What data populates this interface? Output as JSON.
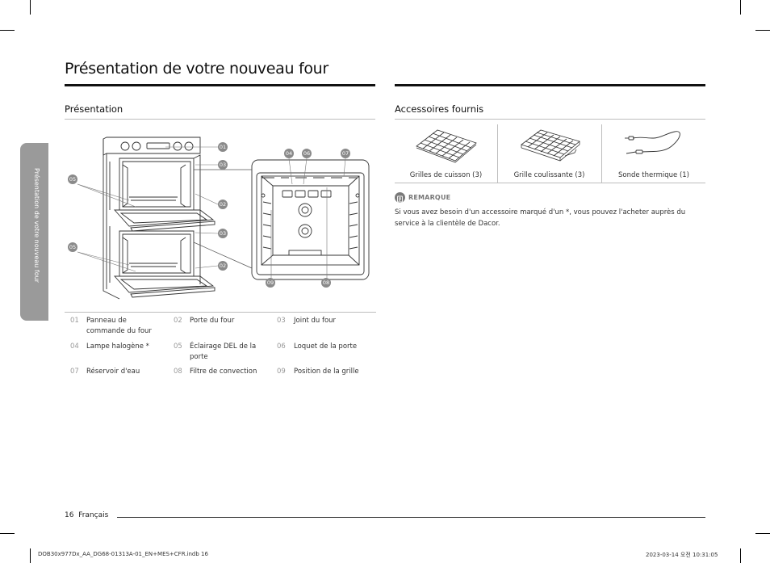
{
  "page": {
    "title": "Présentation de votre nouveau four",
    "side_tab": "Présentation de votre nouveau four",
    "page_number": "16",
    "language": "Français"
  },
  "presentation": {
    "heading": "Présentation",
    "callouts": {
      "c01": "01",
      "c02a": "02",
      "c02b": "02",
      "c03a": "03",
      "c03b": "03",
      "c04": "04",
      "c05a": "05",
      "c05b": "05",
      "c06": "06",
      "c07": "07",
      "c08": "08",
      "c09": "09"
    },
    "legend": [
      [
        {
          "num": "01",
          "label": "Panneau de commande du four"
        },
        {
          "num": "02",
          "label": "Porte du four"
        },
        {
          "num": "03",
          "label": "Joint du four"
        }
      ],
      [
        {
          "num": "04",
          "label": "Lampe halogène *"
        },
        {
          "num": "05",
          "label": "Éclairage DEL de la porte"
        },
        {
          "num": "06",
          "label": "Loquet de la porte"
        }
      ],
      [
        {
          "num": "07",
          "label": "Réservoir d'eau"
        },
        {
          "num": "08",
          "label": "Filtre de convection"
        },
        {
          "num": "09",
          "label": "Position de la grille"
        }
      ]
    ]
  },
  "accessories": {
    "heading": "Accessoires fournis",
    "items": [
      {
        "label": "Grilles de cuisson (3)",
        "icon": "oven-rack-icon"
      },
      {
        "label": "Grille coulissante (3)",
        "icon": "sliding-rack-icon"
      },
      {
        "label": "Sonde thermique (1)",
        "icon": "temperature-probe-icon"
      }
    ],
    "note_label": "REMARQUE",
    "note_text": "Si vous avez besoin d'un accessoire marqué d'un *, vous pouvez l'acheter auprès du service à la clientèle de Dacor."
  },
  "print_info": {
    "file": "DOB30x977Dx_AA_DG68-01313A-01_EN+MES+CFR.indb   16",
    "date": "2023-03-14   오전 10:31:05"
  }
}
